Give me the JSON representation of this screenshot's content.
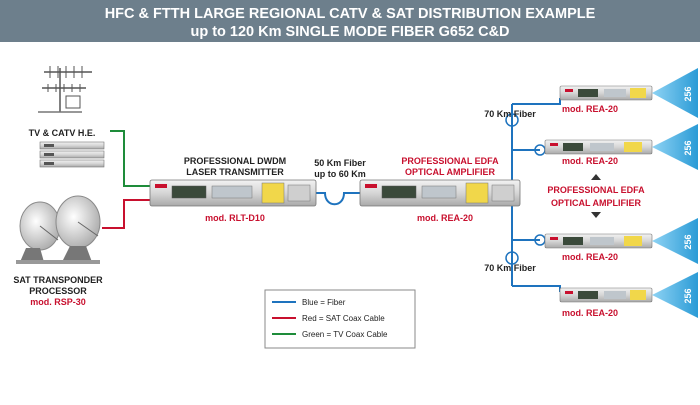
{
  "header": {
    "line1": "HFC & FTTH LARGE REGIONAL CATV & SAT DISTRIBUTION EXAMPLE",
    "line2": "up to 120 Km SINGLE MODE FIBER G652 C&D"
  },
  "headend": {
    "label": "TV & CATV H.E."
  },
  "sat": {
    "line1": "SAT TRANSPONDER",
    "line2": "PROCESSOR",
    "model": "mod. RSP-30"
  },
  "transmitter": {
    "line1": "PROFESSIONAL DWDM",
    "line2": "LASER TRANSMITTER",
    "model": "mod. RLT-D10"
  },
  "fiber_main": {
    "line1": "50 Km Fiber",
    "line2": "up to 60 Km"
  },
  "edfa_main": {
    "line1": "PROFESSIONAL EDFA",
    "line2": "OPTICAL AMPLIFIER",
    "model": "mod. REA-20"
  },
  "edfa_right": {
    "line1": "PROFESSIONAL EDFA",
    "line2": "OPTICAL AMPLIFIER"
  },
  "fiber_top": "70 Km Fiber",
  "fiber_bottom": "70 Km Fiber",
  "remote_units": [
    {
      "model": "mod. REA-20",
      "count": "256"
    },
    {
      "model": "mod. REA-20",
      "count": "256"
    },
    {
      "model": "mod. REA-20",
      "count": "256"
    },
    {
      "model": "mod. REA-20",
      "count": "256"
    }
  ],
  "legend": {
    "blue": "Blue = Fiber",
    "red": "Red  =  SAT Coax Cable",
    "green": "Green = TV Coax Cable"
  },
  "colors": {
    "header_bg": "#6d7f8c",
    "fiber": "#1e73be",
    "sat_coax": "#c8102e",
    "tv_coax": "#1e8c3a",
    "fan": "#2a9bd6"
  }
}
